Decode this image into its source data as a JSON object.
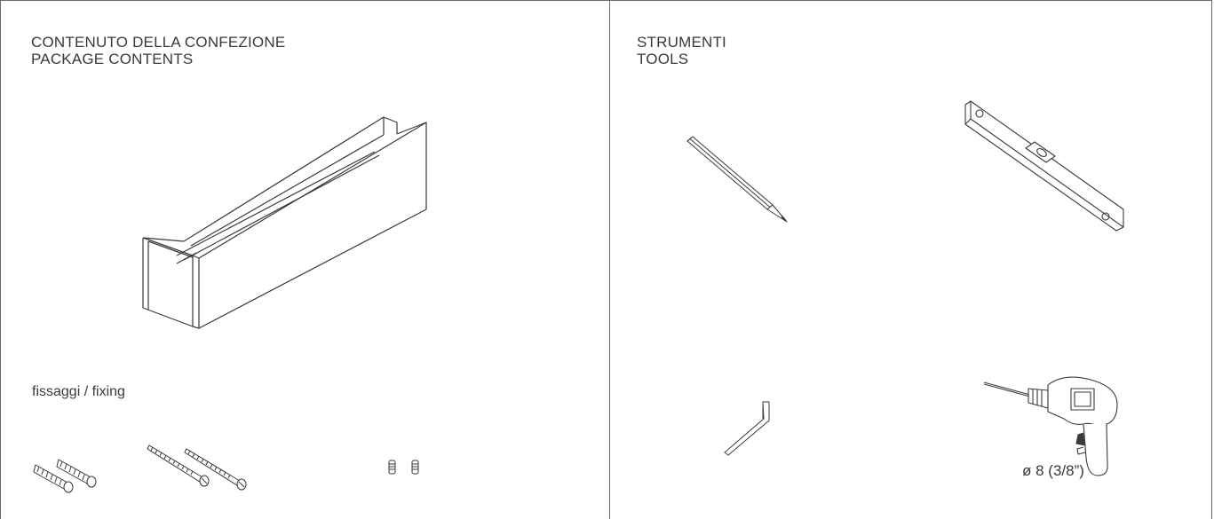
{
  "left_panel": {
    "heading_line1": "CONTENUTO DELLA CONFEZIONE",
    "heading_line2": "PACKAGE CONTENTS",
    "fixing_label": "fissaggi / fixing",
    "items": [
      {
        "icon": "cabinet-box-icon"
      },
      {
        "icon": "wall-plugs-icon"
      },
      {
        "icon": "screws-icon"
      },
      {
        "icon": "grub-screws-icon"
      }
    ]
  },
  "right_panel": {
    "heading_line1": "STRUMENTI",
    "heading_line2": "TOOLS",
    "tools": [
      {
        "icon": "pencil-icon"
      },
      {
        "icon": "spirit-level-icon"
      },
      {
        "icon": "allen-key-icon"
      },
      {
        "icon": "drill-icon",
        "label": "ø 8 (3/8”)"
      }
    ]
  },
  "colors": {
    "line": "#3a3a3a",
    "border": "#6a6a6a",
    "background": "#ffffff"
  }
}
